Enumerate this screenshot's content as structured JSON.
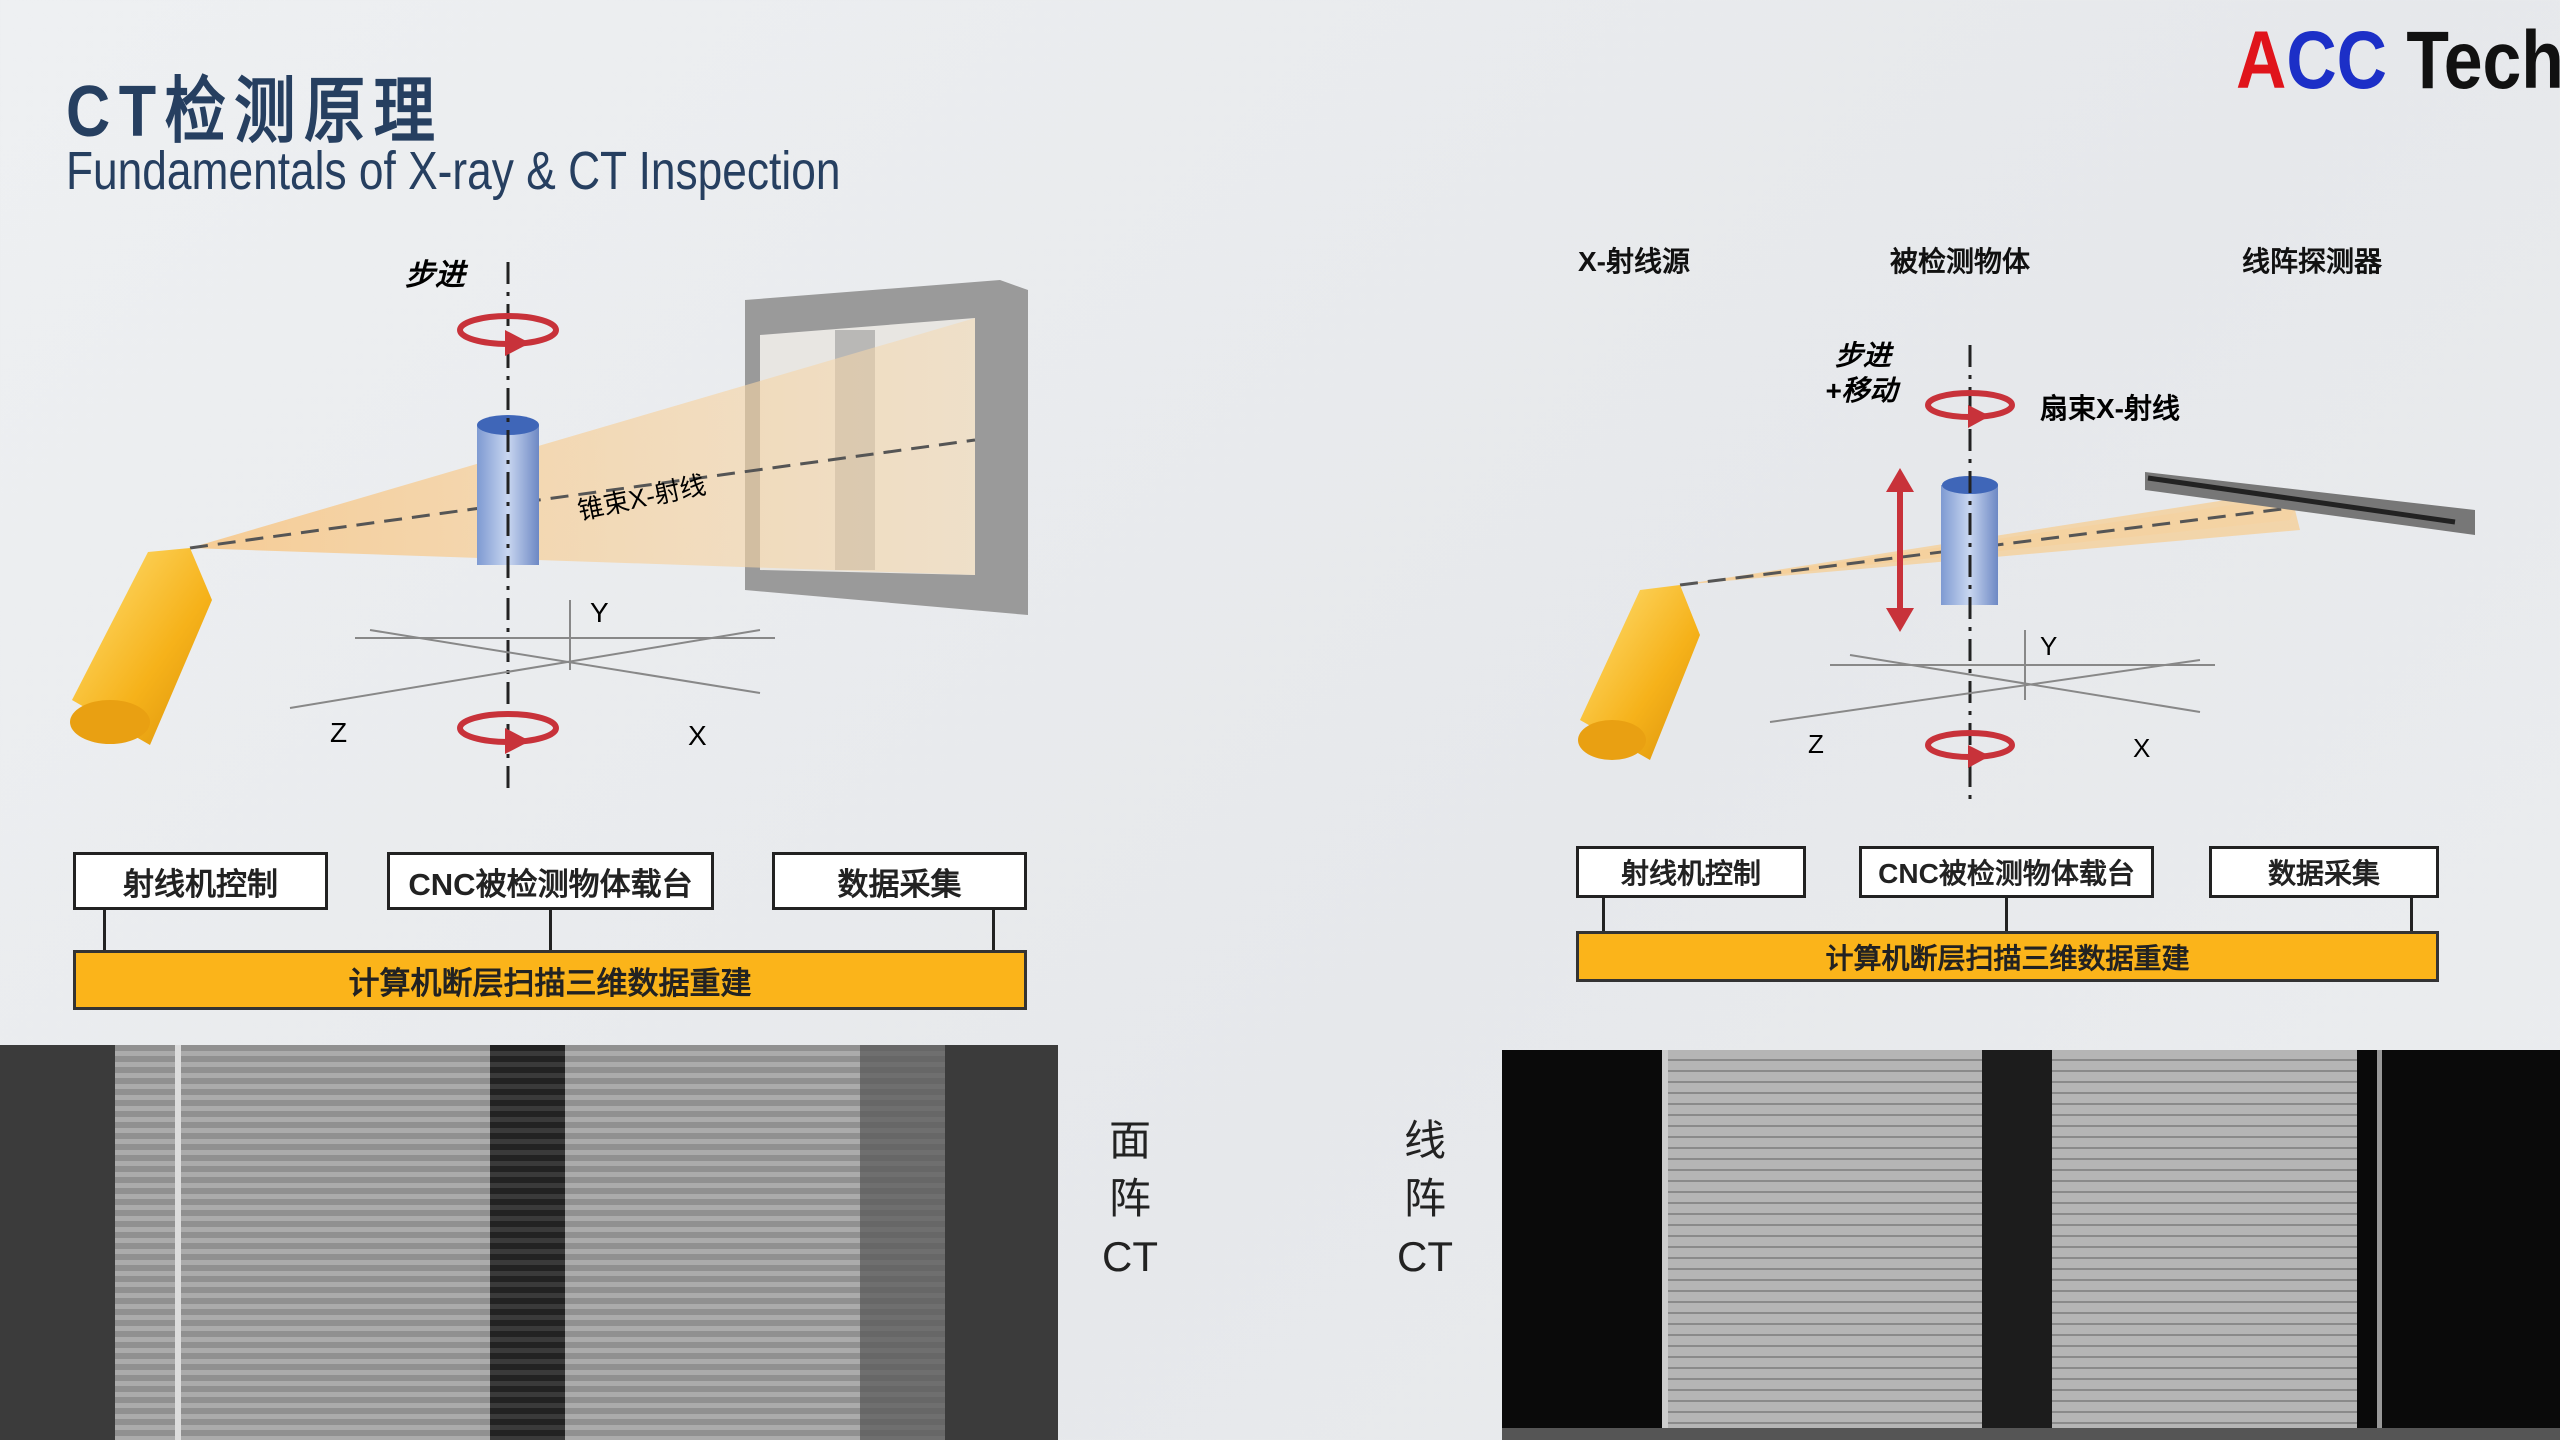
{
  "header": {
    "title": "CT检测原理",
    "subtitle": "Fundamentals of X-ray & CT Inspection"
  },
  "logo": {
    "a": "A",
    "cc": "CC",
    "tech": " Tech"
  },
  "cone_diagram": {
    "step_label": "步进",
    "beam_label": "锥束X-射线",
    "axis_y": "Y",
    "axis_z": "Z",
    "axis_x": "X"
  },
  "fan_diagram": {
    "source_label": "X-射线源",
    "object_label": "被检测物体",
    "detector_label": "线阵探测器",
    "step_label_1": "步进",
    "step_label_2": "+移动",
    "beam_label": "扇束X-射线",
    "axis_y": "Y",
    "axis_z": "Z",
    "axis_x": "X"
  },
  "left_flow": {
    "box1": "射线机控制",
    "box2": "CNC被检测物体载台",
    "box3": "数据采集",
    "bar": "计算机断层扫描三维数据重建"
  },
  "right_flow": {
    "box1": "射线机控制",
    "box2": "CNC被检测物体载台",
    "box3": "数据采集",
    "bar": "计算机断层扫描三维数据重建"
  },
  "captions": {
    "area": [
      "面",
      "阵",
      "CT"
    ],
    "line": [
      "线",
      "阵",
      "CT"
    ]
  },
  "colors": {
    "title": "#263f60",
    "orange": "#fbb41a",
    "red": "#c8323a",
    "blue": "#4a78c8"
  }
}
